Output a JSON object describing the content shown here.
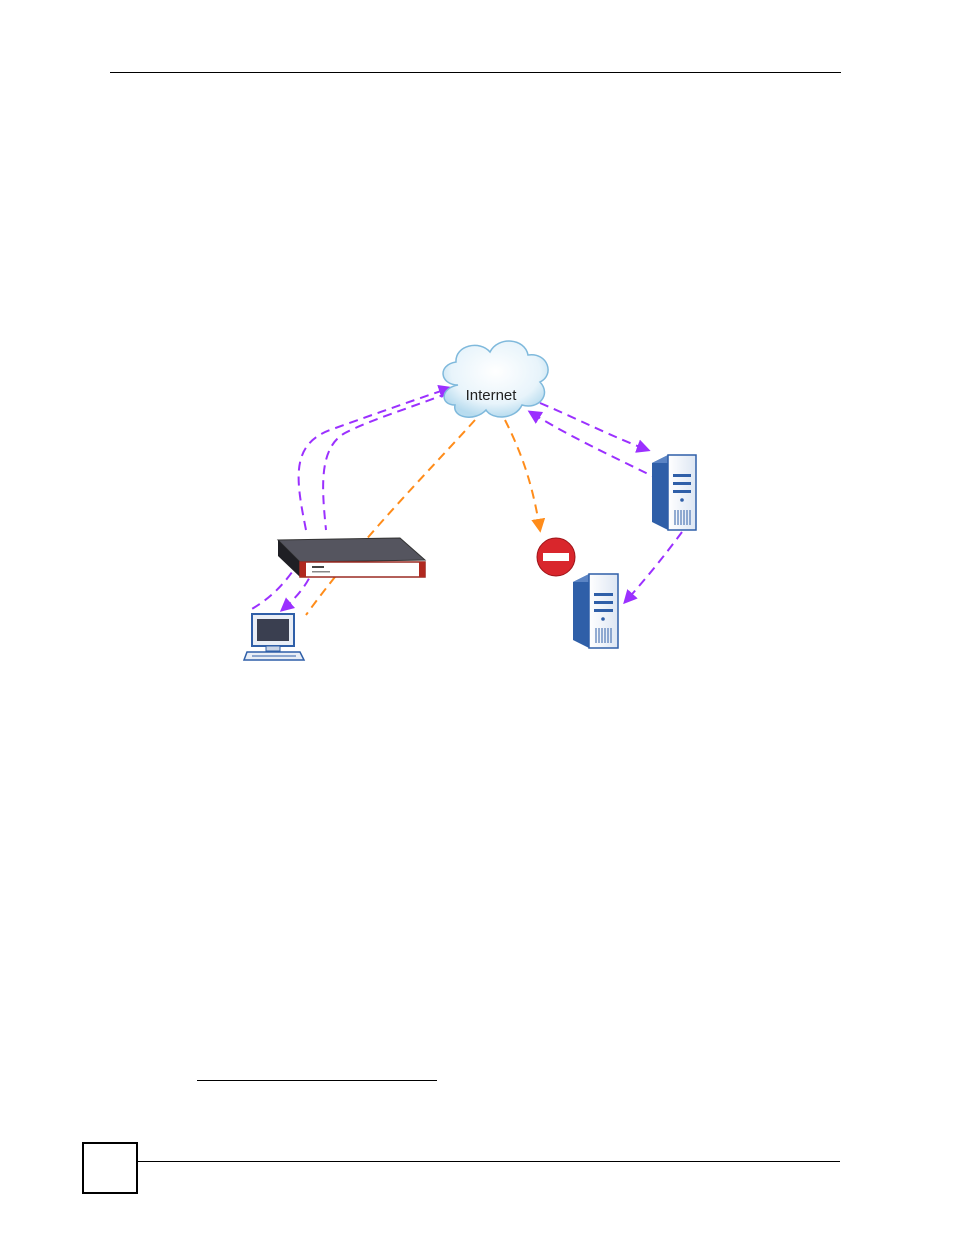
{
  "diagram": {
    "cloud_label": "Internet",
    "colors": {
      "allowed_path": "#9b30ff",
      "blocked_path": "#ff8c1a",
      "blocked_sign": "#d9262c",
      "server_blue": "#2f5fa8",
      "firewall_red": "#b0281f"
    },
    "icons": [
      "internet-cloud",
      "firewall-device",
      "client-computer",
      "server",
      "server",
      "blocked-icon"
    ]
  },
  "footer": {
    "page_number": ""
  }
}
